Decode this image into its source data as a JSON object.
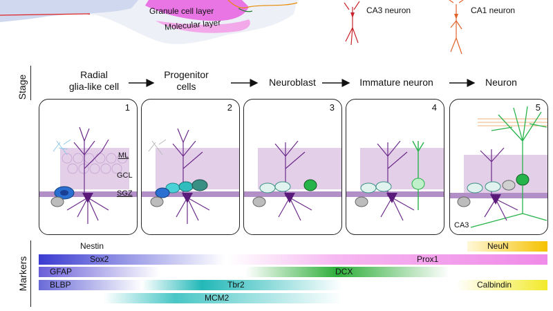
{
  "top": {
    "granule_label": "Granule cell layer",
    "molecular_label": "Molecular layer",
    "ca3_label": "CA3 neuron",
    "ca1_label": "CA1 neuron"
  },
  "stage_title": "Stage",
  "markers_title": "Markers",
  "stages": [
    {
      "line1": "Radial",
      "line2": "glia-like cell"
    },
    {
      "line1": "Progenitor",
      "line2": "cells"
    },
    {
      "line1": "Neuroblast",
      "line2": ""
    },
    {
      "line1": "Immature neuron",
      "line2": ""
    },
    {
      "line1": "Neuron",
      "line2": ""
    }
  ],
  "panels": [
    {
      "number": "1"
    },
    {
      "number": "2"
    },
    {
      "number": "3"
    },
    {
      "number": "4"
    },
    {
      "number": "5"
    }
  ],
  "layers": {
    "ml": "ML",
    "gcl": "GCL",
    "sgz": "SGZ",
    "ca3": "CA3"
  },
  "markers": [
    {
      "name": "Nestin",
      "color": "#ffffff"
    },
    {
      "name": "NeuN",
      "color": "#f5c200"
    },
    {
      "name": "Sox2",
      "color": "#3b3bd1"
    },
    {
      "name": "Prox1",
      "color": "#f08ae8"
    },
    {
      "name": "GFAP",
      "color": "#6a5ed8"
    },
    {
      "name": "DCX",
      "color": "#2fae3a"
    },
    {
      "name": "BLBP",
      "color": "#6a6ad8"
    },
    {
      "name": "Tbr2",
      "color": "#23b8b8"
    },
    {
      "name": "Calbindin",
      "color": "#f2ea2a"
    },
    {
      "name": "MCM2",
      "color": "#49c6c6"
    }
  ]
}
